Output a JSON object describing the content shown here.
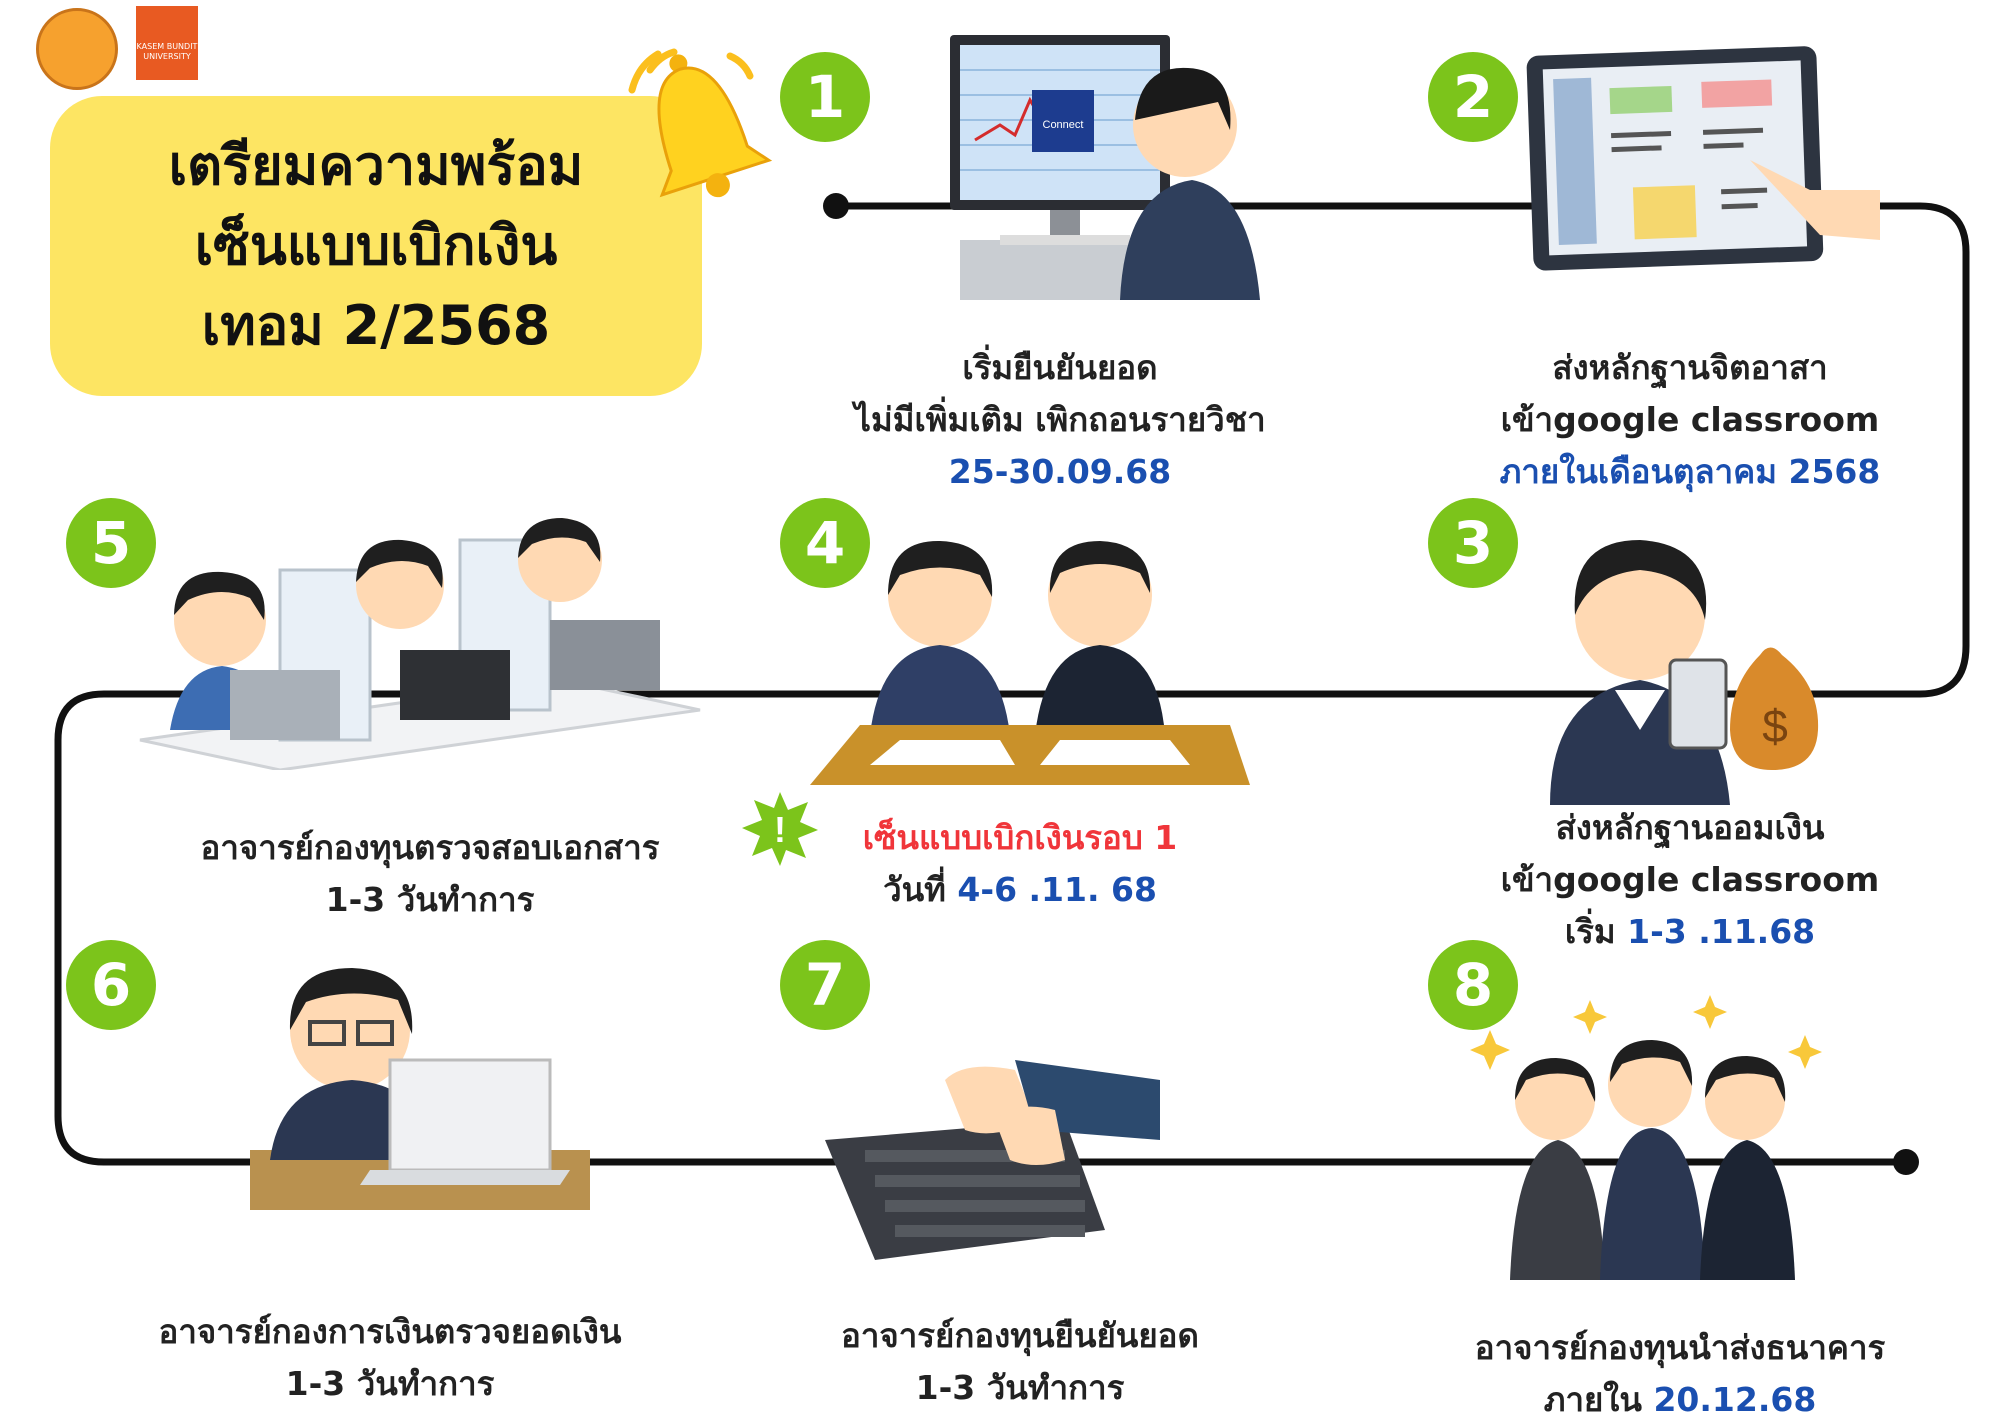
{
  "title": {
    "lines": [
      "เตรียมความพร้อม",
      "เซ็นแบบเบิกเงิน",
      "เทอม 2/2568"
    ]
  },
  "logos": {
    "kasem": "KASEM BUNDIT UNIVERSITY"
  },
  "steps": [
    {
      "number": "1",
      "lines": [
        "เริ่มยืนยันยอด",
        "ไม่มีเพิ่มเติม เพิกถอนรายวิชา"
      ],
      "highlight": "25-30.09.68"
    },
    {
      "number": "2",
      "lines": [
        "ส่งหลักฐานจิตอาสา",
        "เข้าgoogle classroom"
      ],
      "highlight": "ภายในเดือนตุลาคม 2568"
    },
    {
      "number": "3",
      "lines": [
        "ส่งหลักฐานออมเงิน",
        "เข้าgoogle classroom"
      ],
      "prefix": "เริ่ม ",
      "highlight": "1-3 .11.68"
    },
    {
      "number": "4",
      "alert": "เซ็นแบบเบิกเงินรอบ 1",
      "prefix": "วันที่ ",
      "highlight": "4-6 .11. 68"
    },
    {
      "number": "5",
      "lines": [
        "อาจารย์กองทุนตรวจสอบเอกสาร",
        "1-3 วันทำการ"
      ]
    },
    {
      "number": "6",
      "lines": [
        "อาจารย์กองการเงินตรวจยอดเงิน",
        "1-3 วันทำการ"
      ]
    },
    {
      "number": "7",
      "lines": [
        "อาจารย์กองทุนยืนยันยอด",
        "1-3 วันทำการ"
      ]
    },
    {
      "number": "8",
      "lines": [
        "อาจารย์กองทุนนำส่งธนาคาร"
      ],
      "prefix": "ภายใน ",
      "highlight": "20.12.68"
    }
  ],
  "illustrations": {
    "monitor_brand": "Connect",
    "bag_symbol": "$",
    "alert_symbol": "!"
  },
  "colors": {
    "badge": "#7cc41b",
    "title_bg": "#fde563",
    "highlight": "#1a4fb0",
    "alert": "#f0353a",
    "path": "#111111"
  }
}
